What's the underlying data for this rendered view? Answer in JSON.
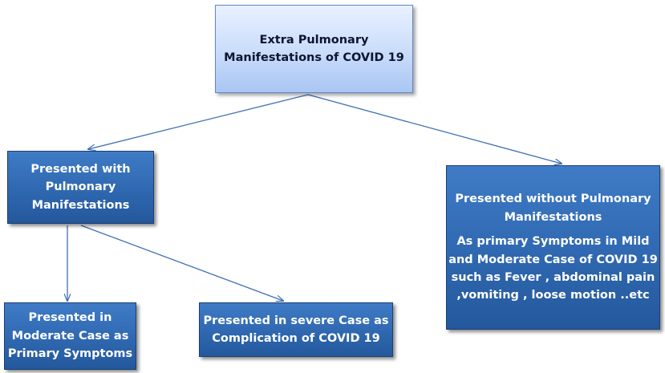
{
  "nodes": {
    "root": "Extra Pulmonary\nManifestations of COVID 19",
    "with_pulmonary": "Presented with\nPulmonary\nManifestations",
    "without_pulmonary": {
      "heading": "Presented without Pulmonary\nManifestations",
      "detail": "As primary Symptoms in Mild\nand Moderate Case of COVID 19\nsuch as Fever , abdominal pain\n,vomiting , loose motion ..etc"
    },
    "moderate": "Presented in\nModerate Case as\nPrimary Symptoms",
    "severe": "Presented in severe Case as\nComplication of COVID 19"
  },
  "colors": {
    "light_box": "#c9dcfb",
    "dark_box": "#2f68b0",
    "connector": "#3d6fb4"
  }
}
